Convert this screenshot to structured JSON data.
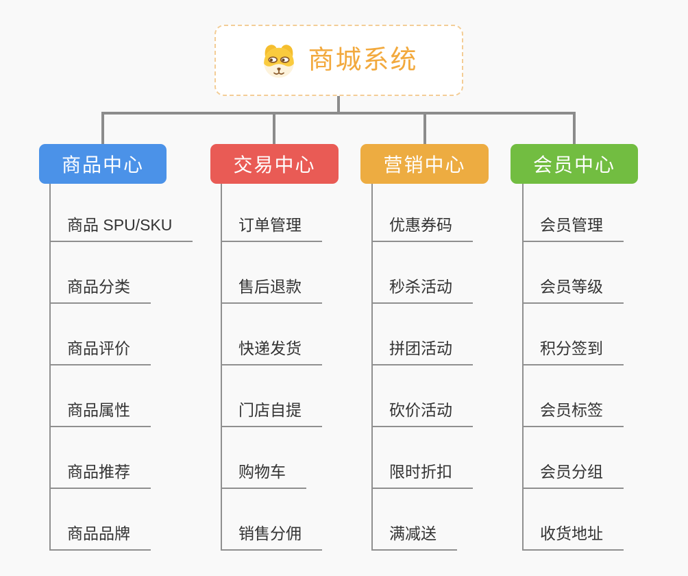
{
  "root": {
    "title": "商城系统",
    "icon": "dog-face-icon"
  },
  "branches": [
    {
      "label": "商品中心",
      "color": "#4b92e8",
      "items": [
        "商品 SPU/SKU",
        "商品分类",
        "商品评价",
        "商品属性",
        "商品推荐",
        "商品品牌"
      ]
    },
    {
      "label": "交易中心",
      "color": "#e95b55",
      "items": [
        "订单管理",
        "售后退款",
        "快递发货",
        "门店自提",
        "购物车",
        "销售分佣"
      ]
    },
    {
      "label": "营销中心",
      "color": "#edac41",
      "items": [
        "优惠券码",
        "秒杀活动",
        "拼团活动",
        "砍价活动",
        "限时折扣",
        "满减送"
      ]
    },
    {
      "label": "会员中心",
      "color": "#72bd41",
      "items": [
        "会员管理",
        "会员等级",
        "积分签到",
        "会员标签",
        "会员分组",
        "收货地址"
      ]
    }
  ],
  "colors": {
    "background": "#f9f9f9",
    "connector": "#8c8c8c",
    "leaf_line": "#8f8f8f",
    "leaf_text": "#333333",
    "root_accent": "#f2a93d",
    "root_border": "#f3cd96",
    "header_text": "#ffffff"
  }
}
